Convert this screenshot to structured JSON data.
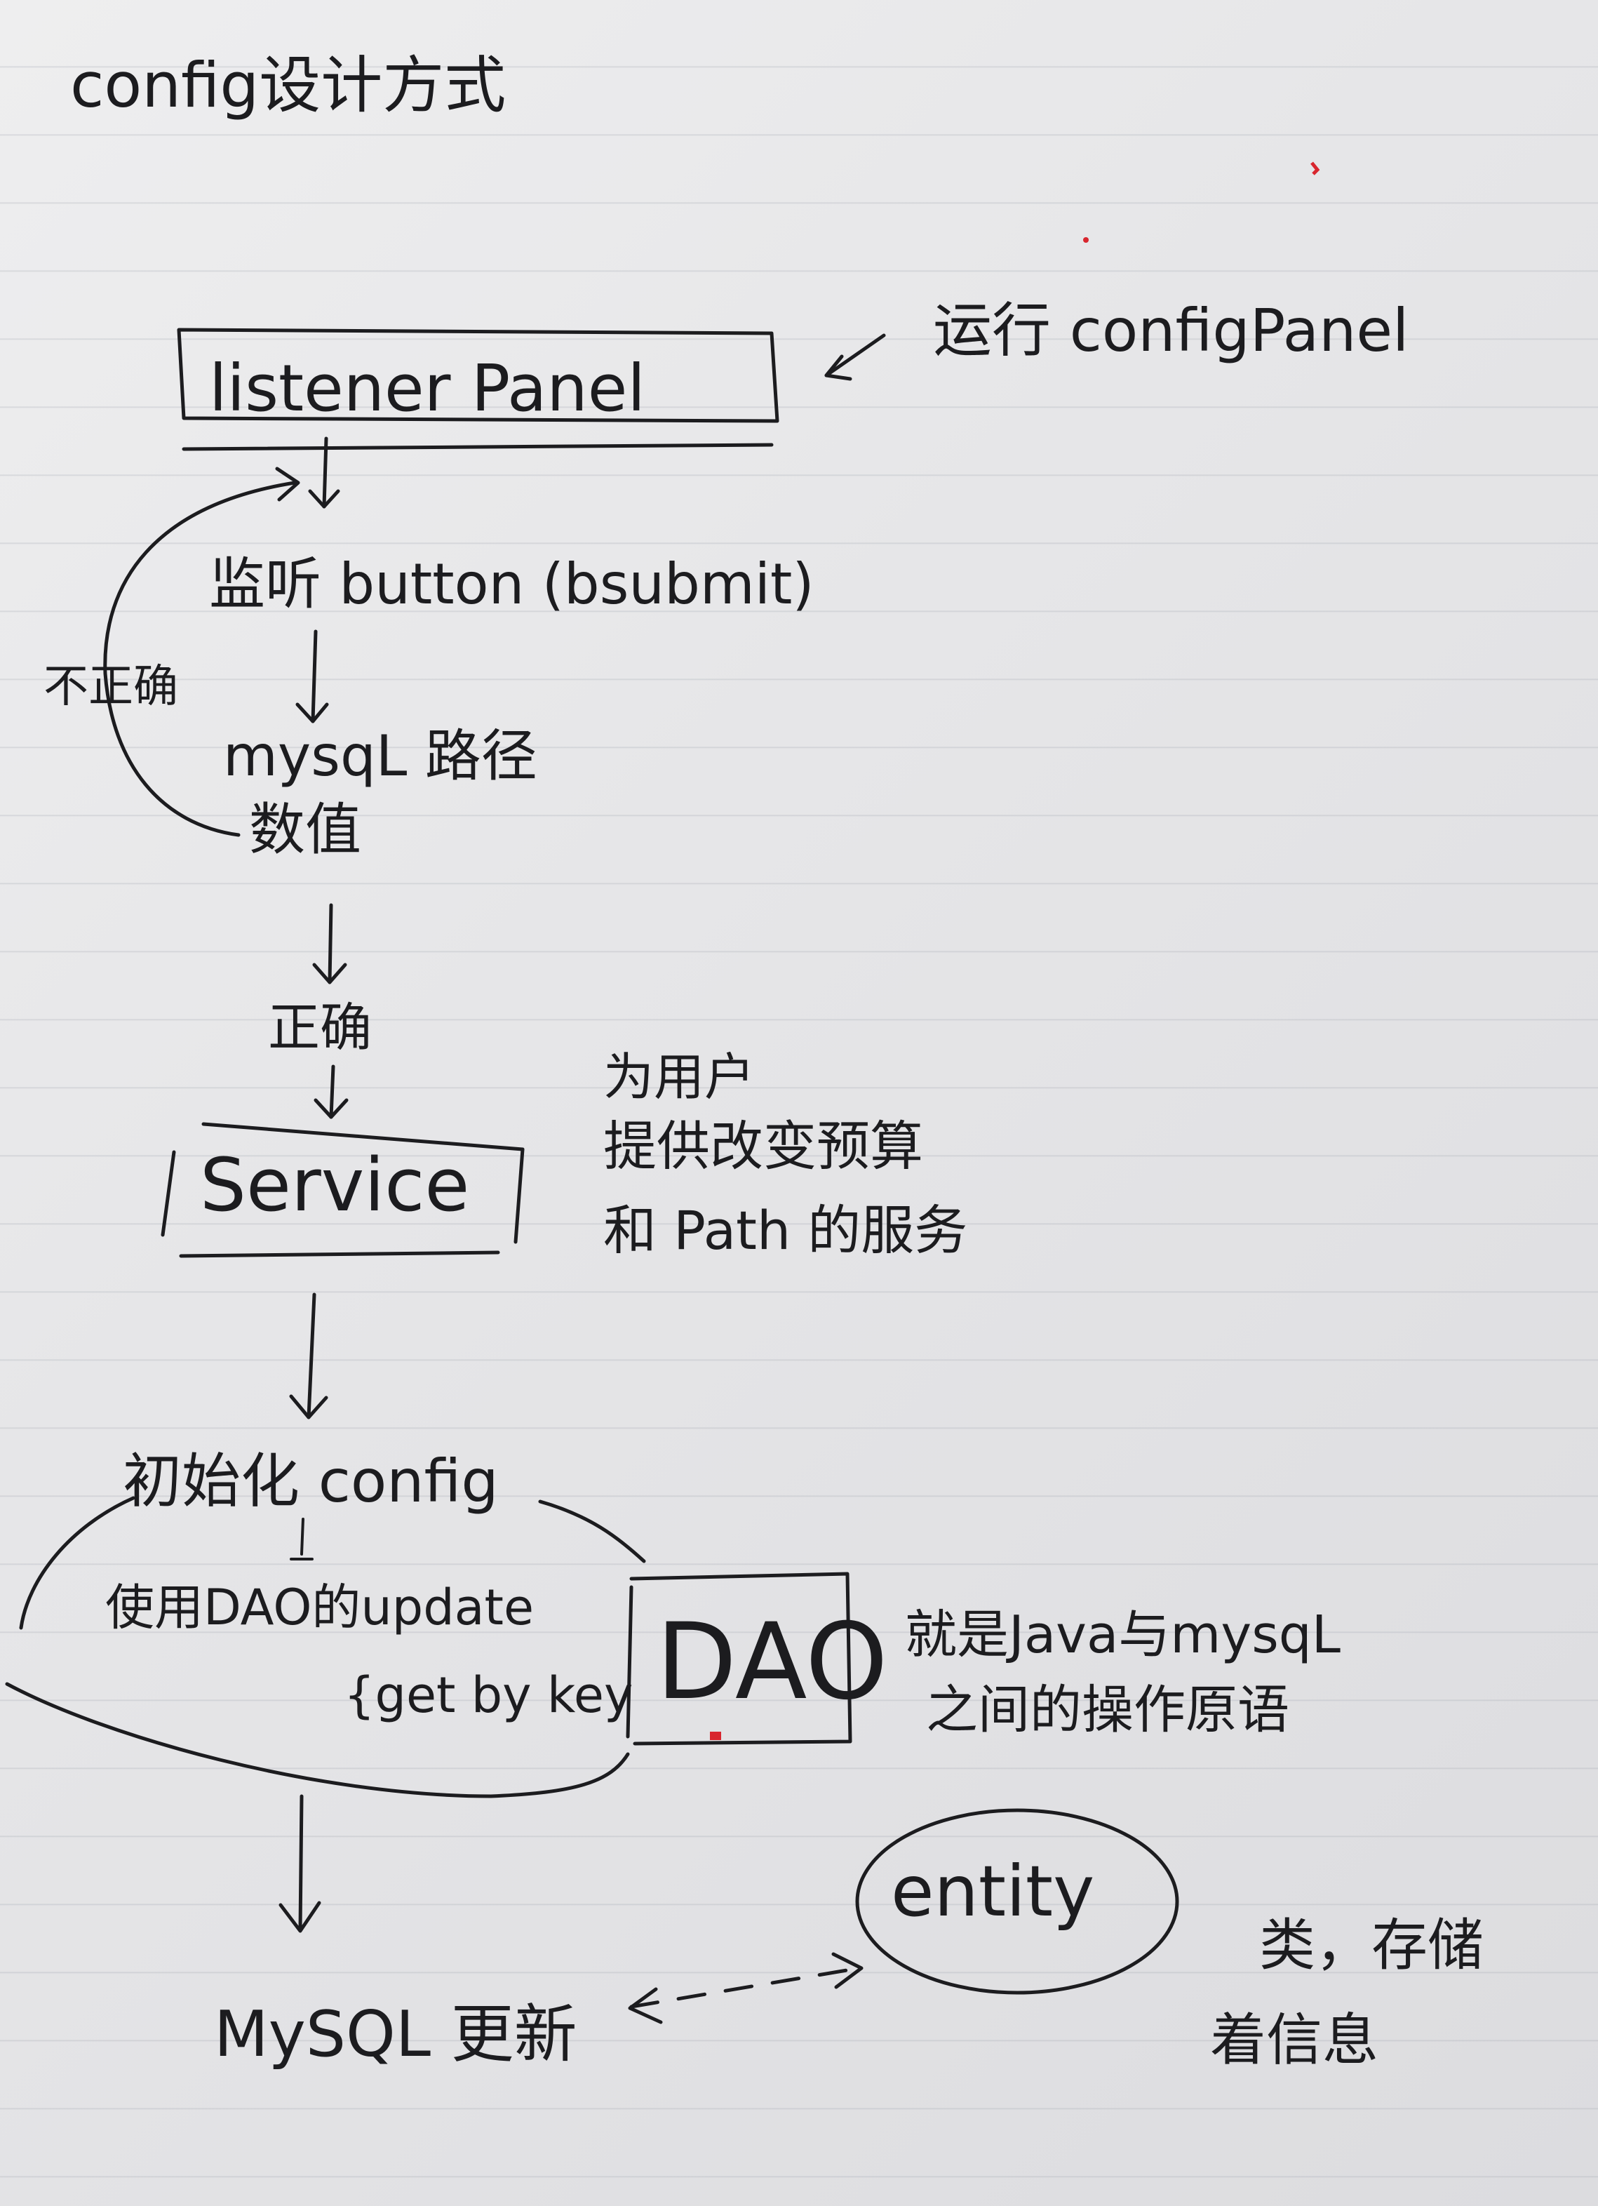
{
  "title": "config设计方式",
  "run_note": "运行 configPanel",
  "nodes": {
    "listener_panel": "listener  Panel",
    "listen_button": "监听 button (bsubmit)",
    "mysql_path": "mysqL 路径",
    "value": "数值",
    "correct": "正确",
    "incorrect": "不正确",
    "service": "Service",
    "init_config": "初始化 config",
    "use_dao": "使用DAO的update",
    "get_by_key": "{get by key",
    "dao": "DAO",
    "entity": "entity",
    "mysql_update": "MySQL 更新"
  },
  "notes": {
    "service_line1": "为用户",
    "service_line2": "提供改变预算",
    "service_line3": "和 Path 的服务",
    "dao_line1": "就是Java与mysqL",
    "dao_line2": "之间的操作原语",
    "entity_line1": "类，存储",
    "entity_line2": "着信息"
  },
  "colors": {
    "ink": "#1c1c1f",
    "paper": "#e9e9ea",
    "red_mark": "#d8262e"
  }
}
